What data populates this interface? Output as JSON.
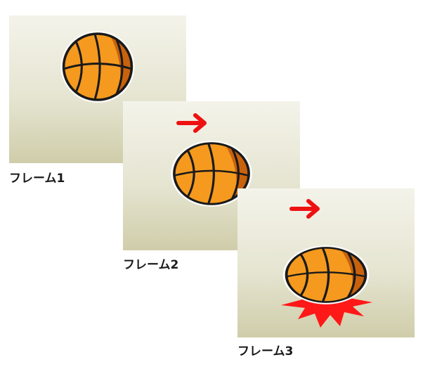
{
  "frames": [
    {
      "label": "フレーム1"
    },
    {
      "label": "フレーム2"
    },
    {
      "label": "フレーム3"
    }
  ],
  "colors": {
    "ball_fill": "#f59a1e",
    "ball_shade": "#c9620d",
    "ball_outline": "#1a1a1a",
    "arrow": "#ee1111",
    "impact_burst": "#ff1818"
  },
  "icons": [
    "basketball-icon",
    "arrow-right-icon",
    "impact-burst-icon"
  ]
}
